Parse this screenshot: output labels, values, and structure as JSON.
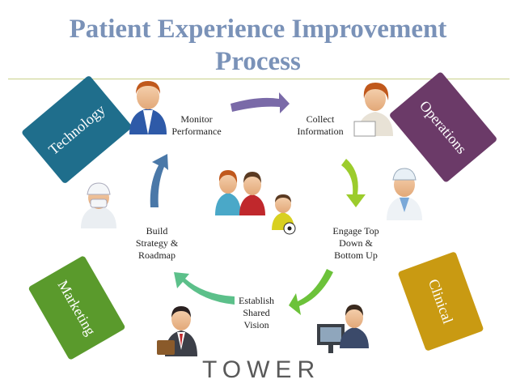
{
  "title": {
    "line1": "Patient Experience Improvement",
    "line2": "Process"
  },
  "steps": {
    "monitor": {
      "line1": "Monitor",
      "line2": "Performance"
    },
    "collect": {
      "line1": "Collect",
      "line2": "Information"
    },
    "engage": {
      "line1": "Engage Top",
      "line2": "Down &",
      "line3": "Bottom Up"
    },
    "establish": {
      "line1": "Establish",
      "line2": "Shared",
      "line3": "Vision"
    },
    "build": {
      "line1": "Build",
      "line2": "Strategy &",
      "line3": "Roadmap"
    }
  },
  "departments": {
    "technology": "Technology",
    "operations": "Operations",
    "clinical": "Clinical",
    "marketing": "Marketing"
  },
  "brand": "TOWER",
  "colors": {
    "title": "#7a92b8",
    "technology_tab": "#1f6e8c",
    "operations_tab": "#6b3a68",
    "clinical_tab": "#c99a12",
    "marketing_tab": "#5a9a2c",
    "arrow_purple": "#7a6aa8",
    "arrow_green": "#9ccc2c",
    "arrow_bright_green": "#6cc23a",
    "arrow_teal": "#5cc08a",
    "arrow_blue": "#4a78a8"
  },
  "icons": [
    "businessman-icon",
    "secretary-icon",
    "doctor-icon",
    "computer-worker-icon",
    "briefcase-man-icon",
    "surgeon-icon",
    "family-icon"
  ]
}
